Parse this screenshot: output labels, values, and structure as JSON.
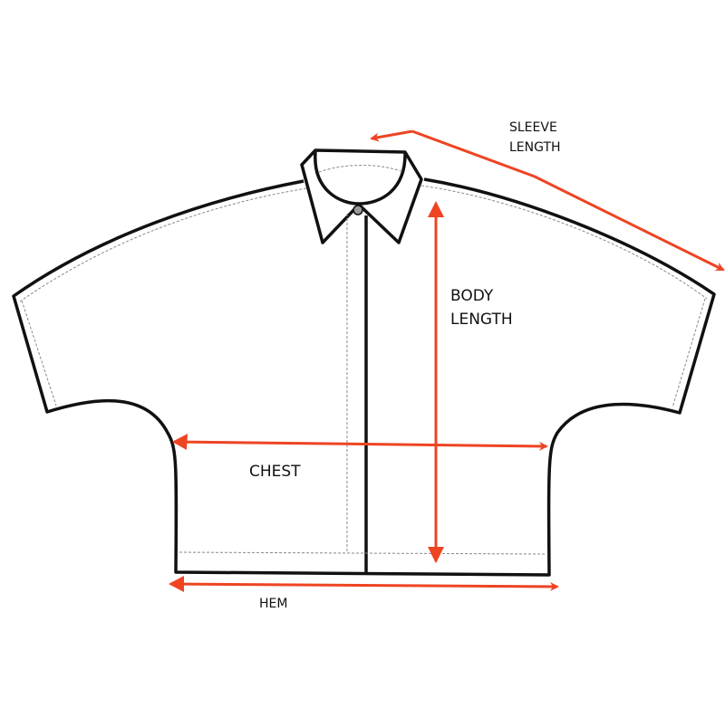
{
  "labels": {
    "sleeve_length": [
      "SLEEVE",
      "LENGTH"
    ],
    "body_length": [
      "BODY",
      "LENGTH"
    ],
    "chest": "CHEST",
    "hem": "HEM"
  },
  "colors": {
    "arrow": "#ee4422",
    "outline": "#111111"
  }
}
